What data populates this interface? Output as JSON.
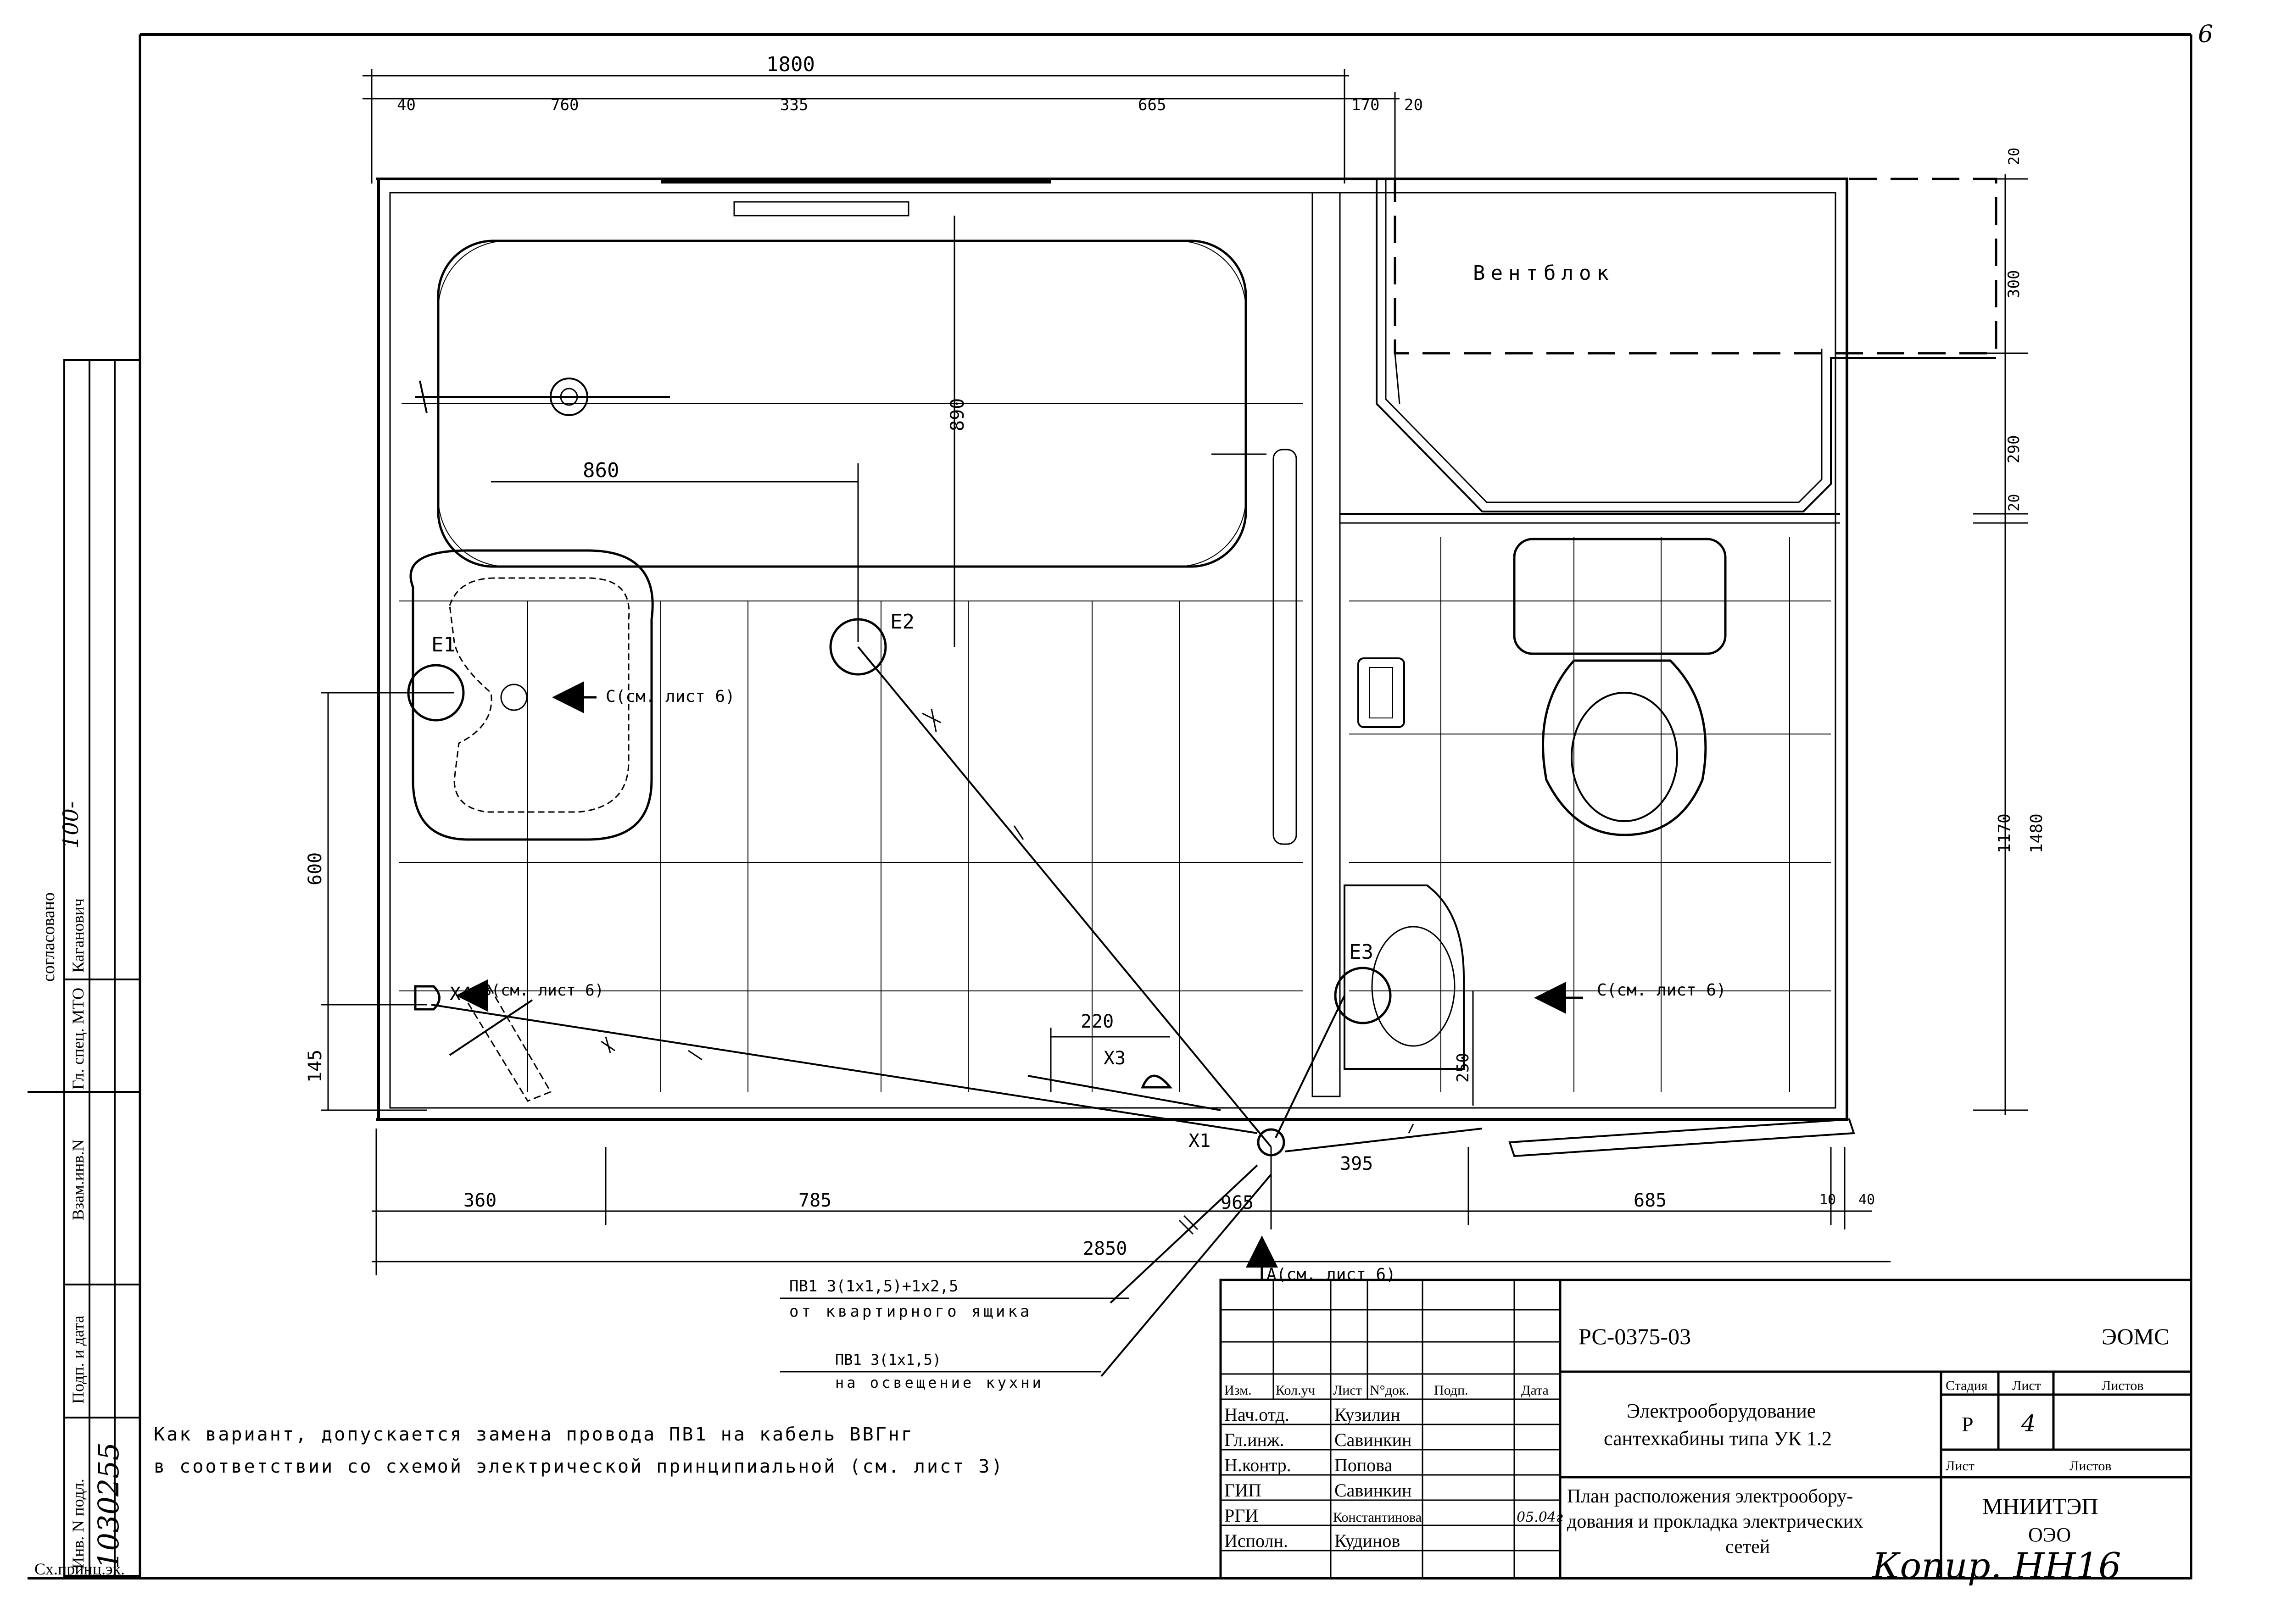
{
  "sheet_number": "6",
  "side_stamp": {
    "agreed": "согласовано",
    "chief_mto_role": "Гл. спец. МТО",
    "chief_mto_name": "Каганович",
    "inv_swap": "Взам.инв.N",
    "sign_date": "Подп. и дата",
    "inv_orig": "Инв. N подл.",
    "inv_orig_value": "1030255",
    "approval_mark": "100-"
  },
  "dimensions": {
    "top_total": "1800",
    "top_40": "40",
    "top_760": "760",
    "top_335": "335",
    "top_665": "665",
    "top_170": "170",
    "top_20": "20",
    "right_20": "20",
    "right_300": "300",
    "right_290": "290",
    "right_20b": "20",
    "right_1170": "1170",
    "right_1480": "1480",
    "d_890": "890",
    "d_860": "860",
    "d_600": "600",
    "d_145": "145",
    "d_220": "220",
    "d_250": "250",
    "bottom_360": "360",
    "bottom_785": "785",
    "bottom_965": "965",
    "bottom_395": "395",
    "bottom_685": "685",
    "bottom_10": "10",
    "bottom_40": "40",
    "bottom_total": "2850"
  },
  "labels": {
    "ventblock": "Вентблок",
    "e1": "Е1",
    "e2": "Е2",
    "e3": "Е3",
    "x1": "Х1",
    "x3": "Х3",
    "x4": "Х4",
    "ref_c1": "С(см. лист 6)",
    "ref_c2": "С(см. лист 6)",
    "ref_b": "В(см. лист 6)",
    "ref_a": "А(см. лист 6)",
    "cable1_spec": "ПВ1 3(1x1,5)+1x2,5",
    "cable1_from": "от квартирного ящика",
    "cable2_spec": "ПВ1 3(1x1,5)",
    "cable2_to": "на освещение кухни"
  },
  "note": {
    "line1": "Как вариант, допускается замена провода ПВ1 на кабель ВВГнг",
    "line2": "в соответствии со схемой электрической принципиальной (см. лист 3)"
  },
  "title_block": {
    "code": "РС-0375-03",
    "org_code": "ЭОМС",
    "title_line1": "Электрооборудование",
    "title_line2": "сантехкабины типа УК 1.2",
    "sheet_title_line1": "План расположения электрообору-",
    "sheet_title_line2": "дования и прокладка электрических",
    "sheet_title_line3": "сетей",
    "col_izm": "Изм.",
    "col_kol": "Кол.уч",
    "col_list": "Лист",
    "col_ndok": "N°док.",
    "col_podp": "Подп.",
    "col_data": "Дата",
    "stage_hdr": "Стадия",
    "list_hdr": "Лист",
    "listov_hdr": "Листов",
    "stage_val": "Р",
    "list_val": "4",
    "list_hdr2": "Лист",
    "listov_hdr2": "Листов",
    "org_name": "МНИИТЭП",
    "org_dept": "ОЭО",
    "roles": [
      {
        "role": "Нач.отд.",
        "name": "Кузилин",
        "date": ""
      },
      {
        "role": "Гл.инж.",
        "name": "Савинкин",
        "date": ""
      },
      {
        "role": "Н.контр.",
        "name": "Попова",
        "date": ""
      },
      {
        "role": "ГИП",
        "name": "Савинкин",
        "date": ""
      },
      {
        "role": "РГИ",
        "name": "Константинова",
        "date": "05.04г"
      },
      {
        "role": "Исполн.",
        "name": "Кудинов",
        "date": ""
      }
    ],
    "copied": "Копир. НН16"
  },
  "footer_left": "Сх.принц.эк."
}
